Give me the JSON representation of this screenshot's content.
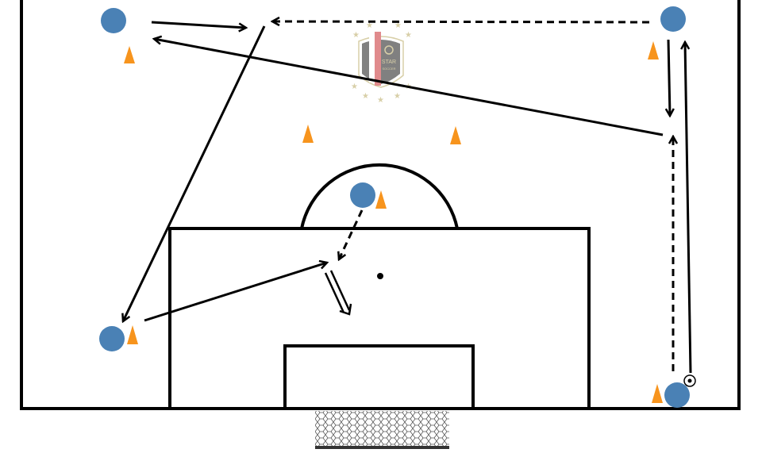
{
  "diagram": {
    "title": "Soccer drill diagram",
    "colors": {
      "player": "#4a81b5",
      "cone": "#f7941d",
      "line": "#000000",
      "logo_gold": "#d8cfa8",
      "logo_grey": "#808080",
      "logo_red": "#e08a8c"
    }
  },
  "logo": {
    "text": "STAR",
    "subtext": "SOCCER"
  }
}
